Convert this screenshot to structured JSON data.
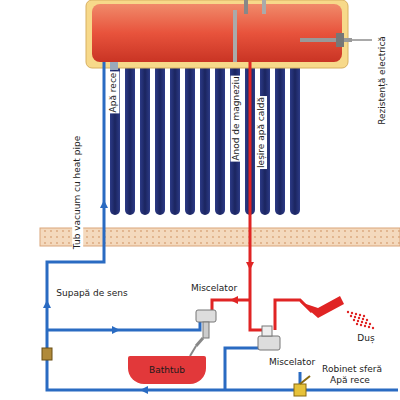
{
  "diagram": {
    "nodes": [
      {
        "text": [
          "Bathtub"
        ]
      }
    ],
    "labels": [
      "Apă rece",
      "Tub vacuum cu heat pipe",
      "Anod de magneziu",
      "Ieșire apă caldă",
      "Rezistență electrică",
      "Supapă de sens",
      "Miscelator",
      "Duș",
      "Miscelator",
      "Robinet sferă",
      "Apă rece"
    ]
  }
}
